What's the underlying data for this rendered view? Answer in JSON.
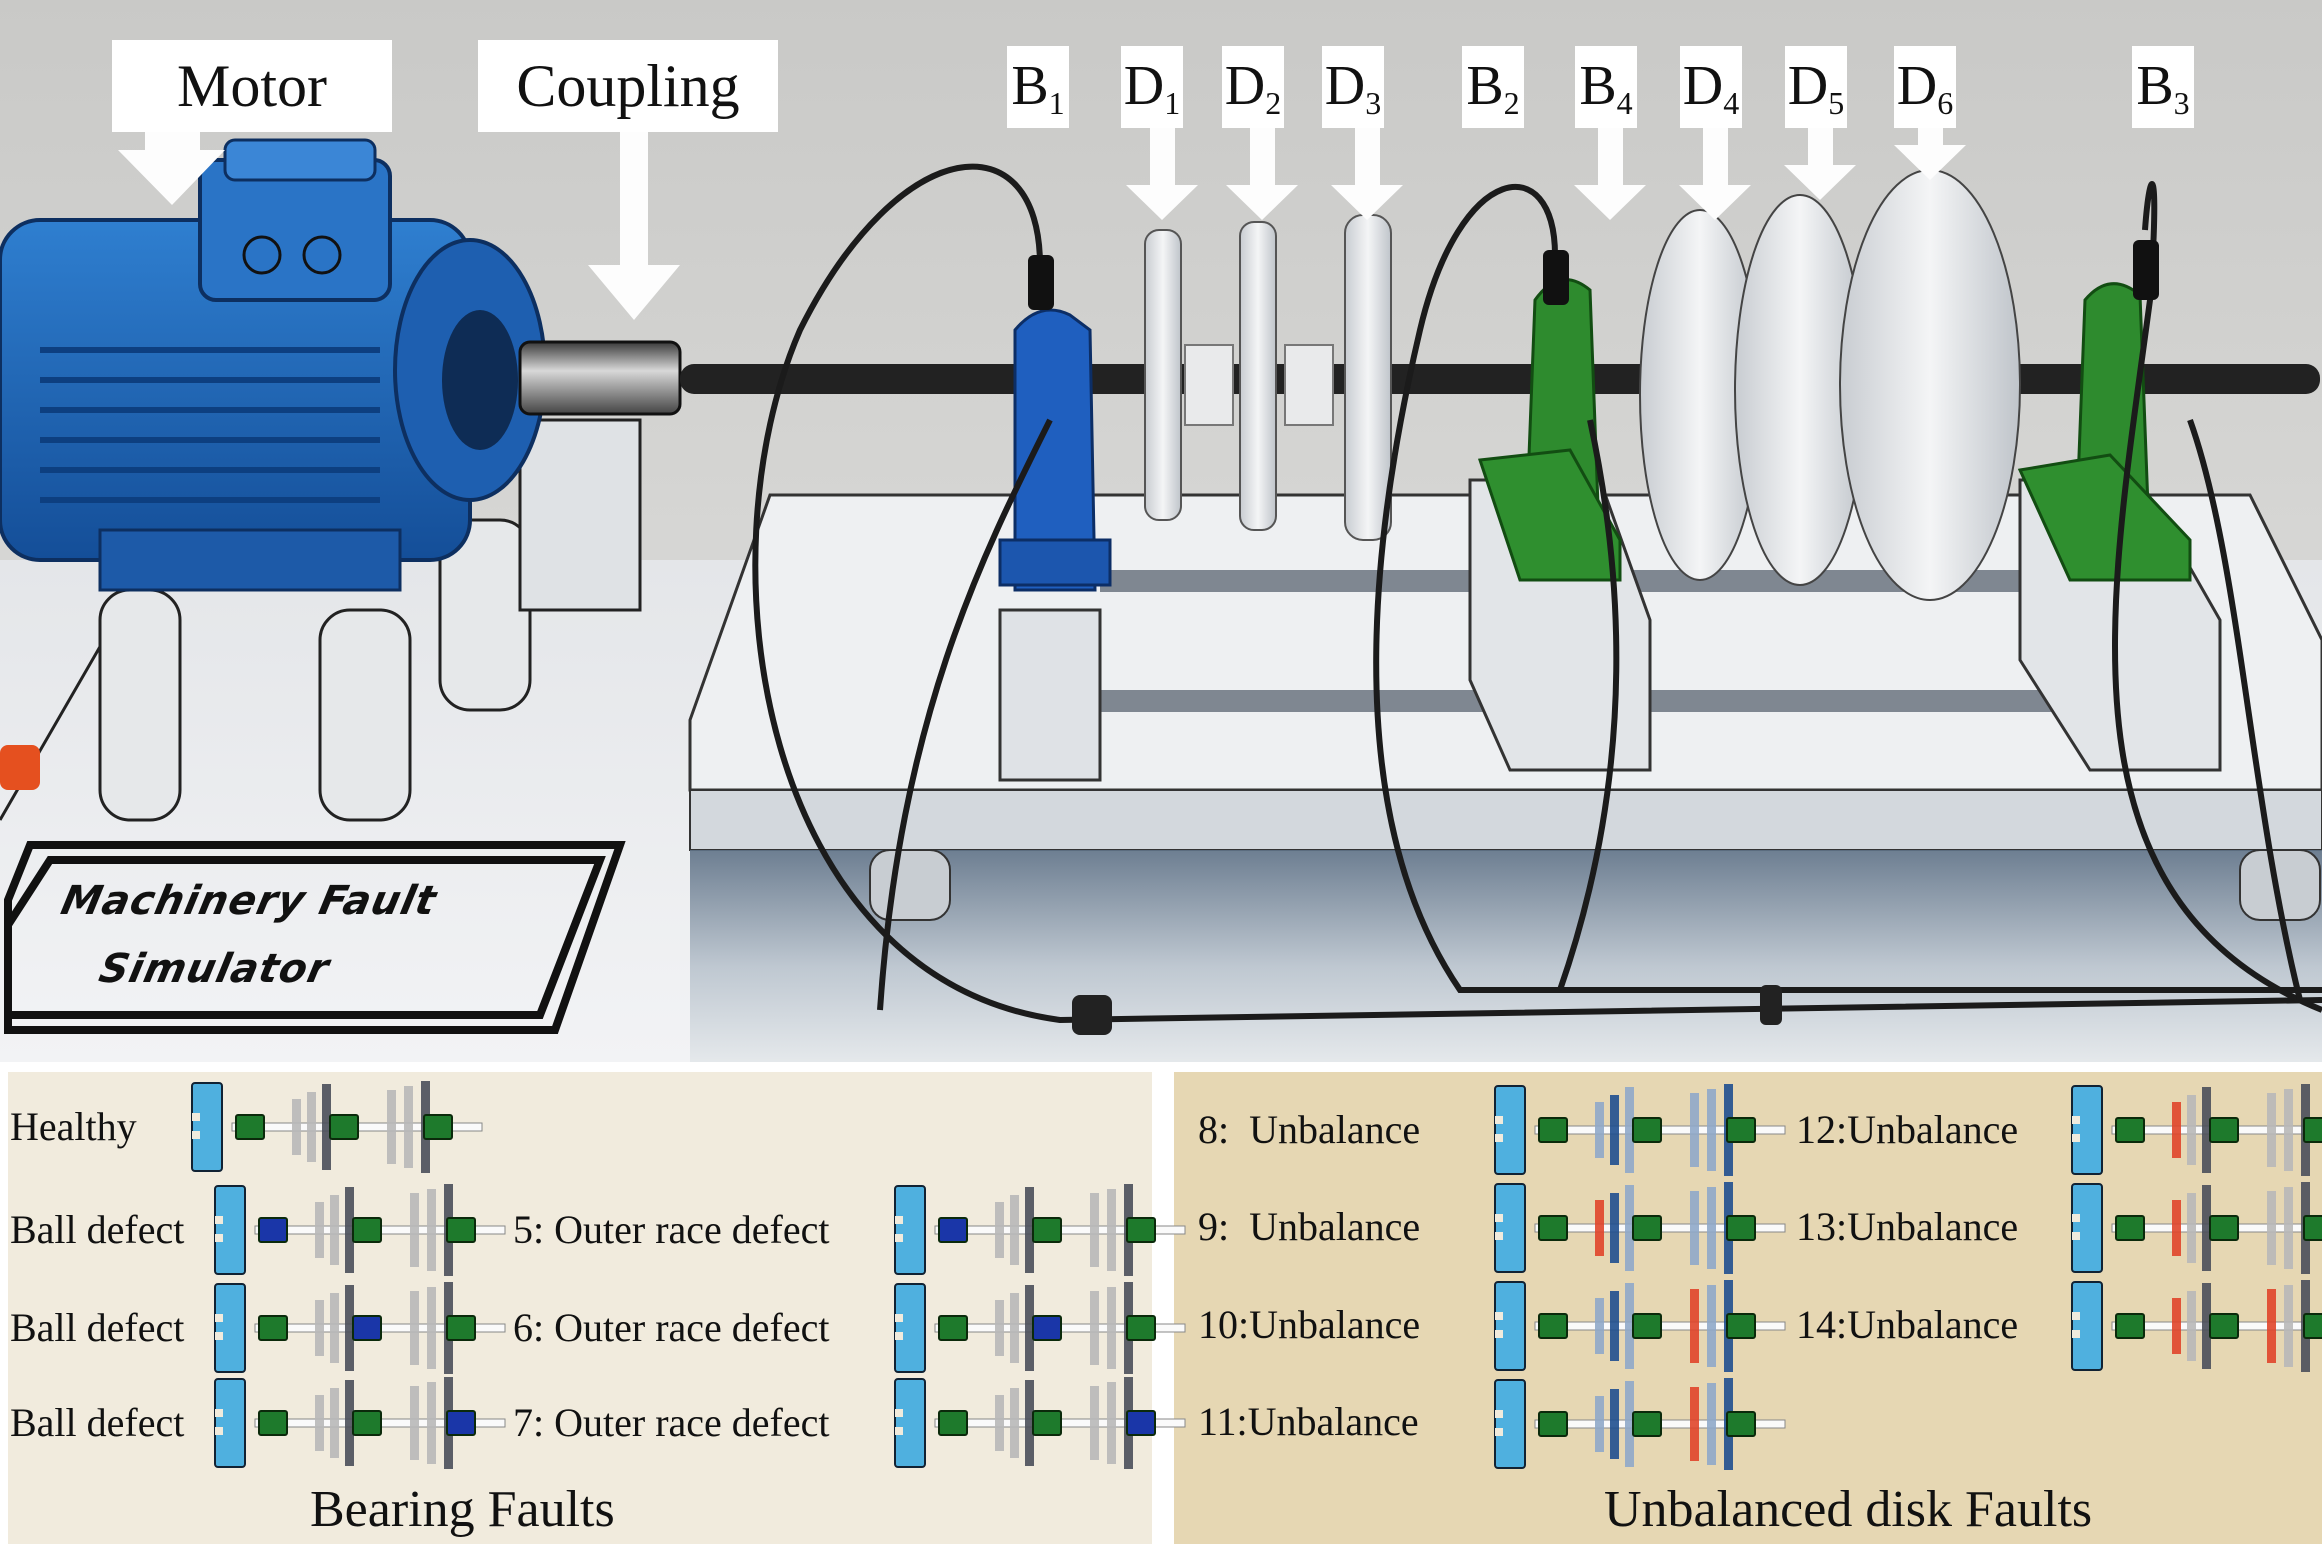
{
  "scene": {
    "callouts": {
      "motor": "Motor",
      "coupling": "Coupling"
    },
    "component_tags": [
      {
        "id": "B1",
        "letter": "B",
        "sub": "1"
      },
      {
        "id": "D1",
        "letter": "D",
        "sub": "1"
      },
      {
        "id": "D2",
        "letter": "D",
        "sub": "2"
      },
      {
        "id": "D3",
        "letter": "D",
        "sub": "3"
      },
      {
        "id": "B2",
        "letter": "B",
        "sub": "2"
      },
      {
        "id": "B4",
        "letter": "B",
        "sub": "4"
      },
      {
        "id": "D4",
        "letter": "D",
        "sub": "4"
      },
      {
        "id": "D5",
        "letter": "D",
        "sub": "5"
      },
      {
        "id": "D6",
        "letter": "D",
        "sub": "6"
      },
      {
        "id": "B3",
        "letter": "B",
        "sub": "3"
      }
    ],
    "sign": {
      "line1": "Machinery Fault",
      "line2": "Simulator"
    },
    "colors": {
      "motor_blue": "#1f63b8",
      "bearing_b1": "#1f5fbf",
      "bearing_green": "#2e8b2e",
      "wall": "#cfcfcd",
      "bench": "#e9ebee"
    }
  },
  "legend_colors": {
    "motor": "#4fb0df",
    "bearing_healthy": "#1e7a2c",
    "bearing_faulty": "#1a36a8",
    "disk_gray_light": "#b8b8b8",
    "disk_gray_dark": "#4a4f5a",
    "disk_blue_light": "#8fa9c9",
    "disk_blue_dark": "#1f4f8f",
    "disk_unbalanced": "#e0452a"
  },
  "bearing_panel": {
    "title": "Bearing Faults",
    "cases": [
      {
        "label": "Healthy",
        "faulty_bearing": null,
        "disk_palette": "gray"
      },
      {
        "label": "Ball defect",
        "faulty_bearing": 1,
        "disk_palette": "gray"
      },
      {
        "label": "Ball defect",
        "faulty_bearing": 2,
        "disk_palette": "gray"
      },
      {
        "label": "Ball defect",
        "faulty_bearing": 3,
        "disk_palette": "gray"
      },
      {
        "label": "5: Outer race defect",
        "faulty_bearing": 1,
        "disk_palette": "gray"
      },
      {
        "label": "6: Outer race defect",
        "faulty_bearing": 2,
        "disk_palette": "gray"
      },
      {
        "label": "7: Outer race defect",
        "faulty_bearing": 3,
        "disk_palette": "gray"
      }
    ]
  },
  "unbalance_panel": {
    "title": "Unbalanced disk Faults",
    "cases": [
      {
        "label": "8:  Unbalance",
        "unbalanced_disks": [],
        "disk_palette": "blue"
      },
      {
        "label": "9:  Unbalance",
        "unbalanced_disks": [
          1
        ],
        "disk_palette": "blue"
      },
      {
        "label": "10:Unbalance",
        "unbalanced_disks": [
          4
        ],
        "disk_palette": "blue"
      },
      {
        "label": "11:Unbalance",
        "unbalanced_disks": [
          4
        ],
        "disk_palette": "blue"
      },
      {
        "label": "12:Unbalance",
        "unbalanced_disks": [
          1
        ],
        "disk_palette": "gray"
      },
      {
        "label": "13:Unbalance",
        "unbalanced_disks": [
          1
        ],
        "disk_palette": "gray"
      },
      {
        "label": "14:Unbalance",
        "unbalanced_disks": [
          1,
          4
        ],
        "disk_palette": "gray"
      }
    ]
  }
}
